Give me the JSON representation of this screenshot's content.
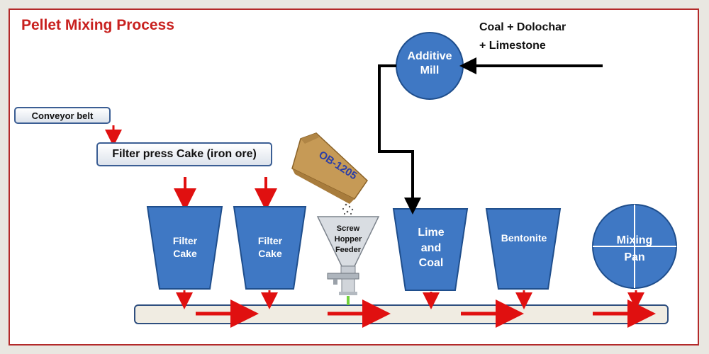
{
  "title": "Pellet Mixing Process",
  "labels": {
    "conveyor_belt": "Conveyor belt",
    "filter_press_cake": "Filter press Cake (iron ore)",
    "coal_line1": "Coal + Dolochar",
    "coal_line2": "+ Limestone",
    "additive_mill_line1": "Additive",
    "additive_mill_line2": "Mill",
    "hopper1_line1": "Filter",
    "hopper1_line2": "Cake",
    "hopper2_line1": "Filter",
    "hopper2_line2": "Cake",
    "screw_line1": "Screw",
    "screw_line2": "Hopper",
    "screw_line3": "Feeder",
    "bag_label": "OB-1205",
    "lime_line1": "Lime",
    "lime_line2": "and",
    "lime_line3": "Coal",
    "bentonite": "Bentonite",
    "mixing_line1": "Mixing",
    "mixing_line2": "Pan"
  },
  "colors": {
    "title_red": "#c8211f",
    "arrow_red": "#e01010",
    "hopper_blue": "#3f78c4",
    "hopper_border": "#1f4e8c",
    "belt_fill": "#f0ece2",
    "belt_border": "#2f4f7f"
  }
}
